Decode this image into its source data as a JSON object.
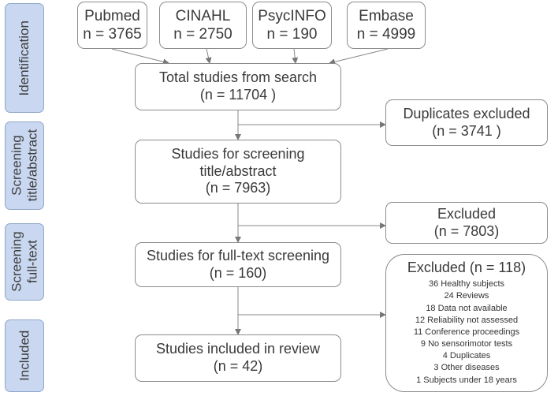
{
  "stages": [
    {
      "lines": [
        "Identification"
      ]
    },
    {
      "lines": [
        "Screening",
        "title/abstract"
      ]
    },
    {
      "lines": [
        "Screening",
        "full-text"
      ]
    },
    {
      "lines": [
        "Included"
      ]
    }
  ],
  "sources": [
    {
      "name": "Pubmed",
      "count": "n = 3765"
    },
    {
      "name": "CINAHL",
      "count": "n = 2750"
    },
    {
      "name": "PsycINFO",
      "count": "n = 190"
    },
    {
      "name": "Embase",
      "count": "n = 4999"
    }
  ],
  "total": {
    "label": "Total studies from search",
    "count": "(n = 11704 )"
  },
  "duplicates": {
    "label": "Duplicates excluded",
    "count": "(n = 3741 )"
  },
  "screening": {
    "line1": "Studies for screening",
    "line2": "title/abstract",
    "count": "(n = 7963)"
  },
  "excluded1": {
    "label": "Excluded",
    "count": "(n = 7803)"
  },
  "fulltext": {
    "label": "Studies for full-text screening",
    "count": "(n = 160)"
  },
  "excluded2": {
    "title": "Excluded (n = 118)",
    "reasons": [
      "36 Healthy subjects",
      "24 Reviews",
      "18 Data not available",
      "12 Reliability not assessed",
      "11 Conference proceedings",
      "9 No sensorimotor tests",
      "4 Duplicates",
      "3 Other diseases",
      "1 Subjects under 18 years"
    ]
  },
  "included": {
    "label": "Studies included in review",
    "count": "(n = 42)"
  },
  "colors": {
    "stage_fill": "#c9d8f0",
    "stage_border": "#8fa6c8",
    "box_border": "#8c8c8c",
    "arrow": "#777777"
  }
}
